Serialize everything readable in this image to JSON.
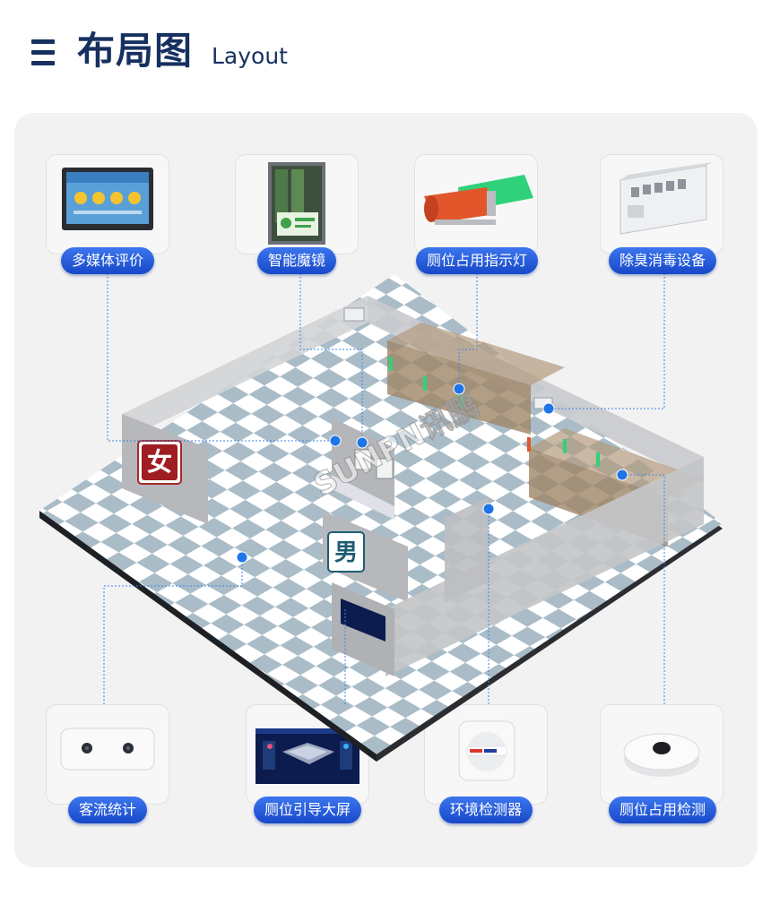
{
  "header": {
    "title": "布局图",
    "subtitle": "Layout"
  },
  "devices_top": [
    {
      "name": "多媒体评价"
    },
    {
      "name": "智能魔镜"
    },
    {
      "name": "厕位占用指示灯"
    },
    {
      "name": "除臭消毒设备"
    }
  ],
  "devices_bottom": [
    {
      "name": "客流统计"
    },
    {
      "name": "厕位引导大屏"
    },
    {
      "name": "环境检测器"
    },
    {
      "name": "厕位占用检测"
    }
  ],
  "floorplan": {
    "female_sign": "女",
    "male_sign": "男",
    "watermark": "SUNPN讯鹏"
  },
  "colors": {
    "accent": "#1f74e8",
    "label_bg": "#1748c8",
    "title": "#16305f"
  }
}
